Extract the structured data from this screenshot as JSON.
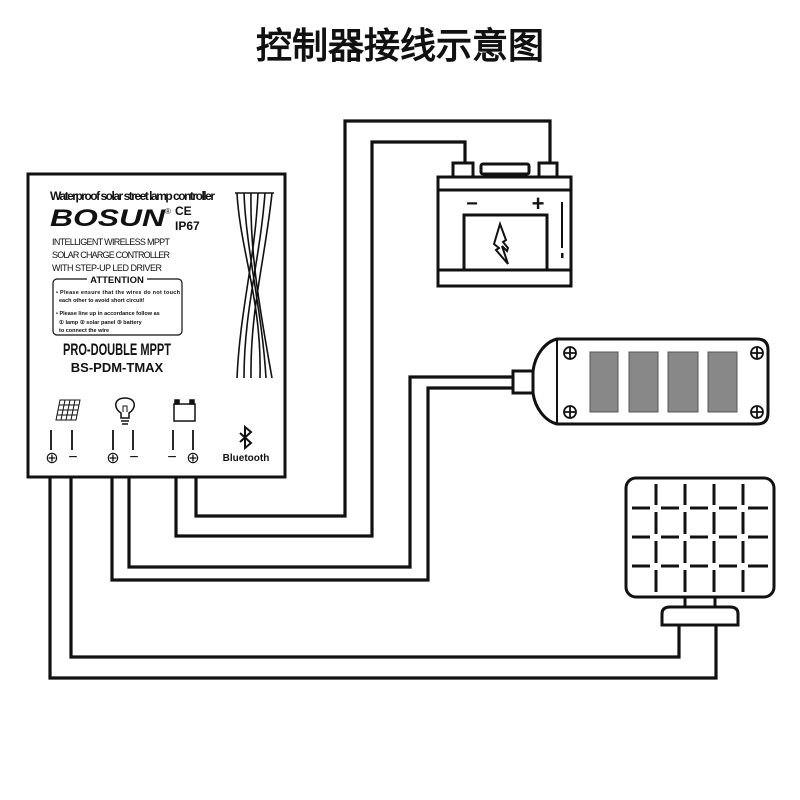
{
  "title": "控制器接线示意图",
  "controller": {
    "heading": "Waterproof solar street lamp controller",
    "brand": "BOSUN",
    "registered": "®",
    "cert_ce": "CE",
    "cert_ip": "IP67",
    "desc_lines": [
      "INTELLIGENT WIRELESS MPPT",
      "SOLAR CHARGE CONTROLLER",
      "WITH STEP-UP LED DRIVER"
    ],
    "attention": {
      "title": "ATTENTION",
      "lines": [
        "• Please ensure that the wires do not touch",
        "each other to avoid short circuit!",
        "• Please line up in accordance follow as",
        "① lamp ② solar panel ③ battery",
        "to connect the wire"
      ]
    },
    "model_series": "PRO-DOUBLE MPPT",
    "model": "BS-PDM-TMAX",
    "bluetooth_label": "Bluetooth",
    "terminals": {
      "solar": [
        "⊕",
        "−"
      ],
      "lamp": [
        "⊕",
        "−"
      ],
      "battery": [
        "−",
        "⊕"
      ]
    }
  },
  "battery": {
    "minus": "−",
    "plus": "+",
    "warn": "!"
  }
}
